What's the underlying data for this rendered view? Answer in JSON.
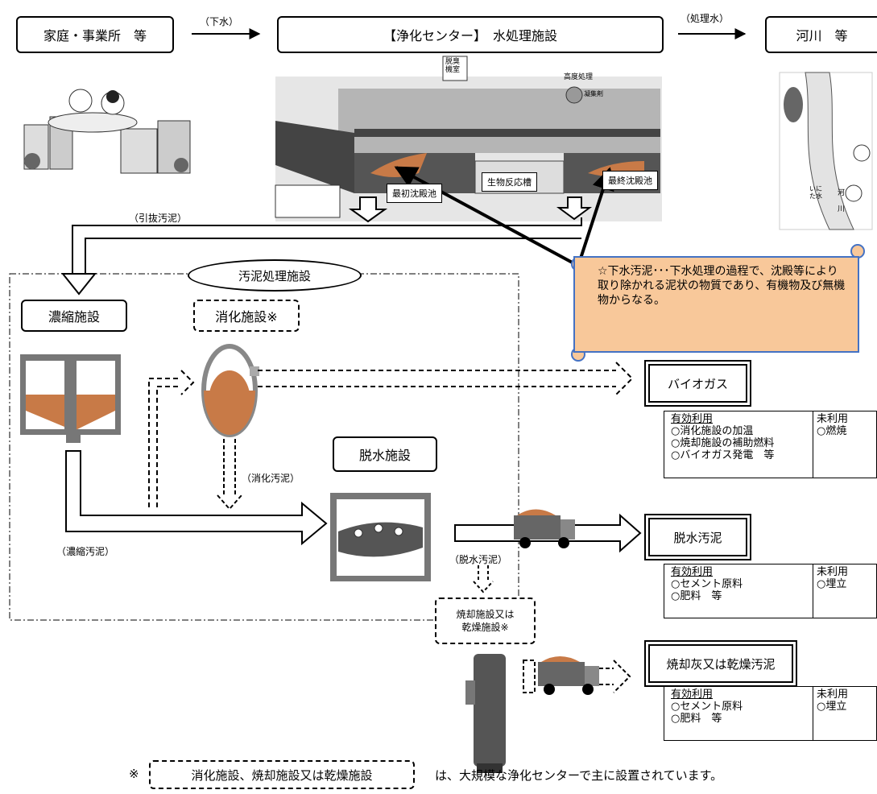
{
  "top": {
    "home": "家庭・事業所　等",
    "sewage": "（下水）",
    "center": "【浄化センター】　水処理施設",
    "treated": "（処理水）",
    "river": "河川　等"
  },
  "plant_labels": {
    "primary": "最初沈殿池",
    "bio": "生物反応槽",
    "final": "最終沈殿池",
    "deodor": "脱臭\n機室",
    "advanced": "高度処理",
    "coagulant": "凝集剤"
  },
  "river_labels": {
    "a": "いに\nた水",
    "b": "河",
    "c": "川"
  },
  "withdraw": "（引抜汚泥）",
  "callout": "☆下水汚泥･･･下水処理の過程で、沈殿等により取り除かれる泥状の物質であり、有機物及び無機物からなる。",
  "sludge_facility": "汚泥処理施設",
  "thicken": "濃縮施設",
  "digest": "消化施設※",
  "digested": "（消化汚泥）",
  "thickened": "（濃縮汚泥）",
  "dewater": "脱水施設",
  "dewatered_label": "（脱水汚泥）",
  "incin": "焼却施設又は\n乾燥施設※",
  "products": [
    {
      "name": "バイオガス",
      "use_head": "有効利用",
      "uses": [
        "○消化施設の加温",
        "○焼却施設の補助燃料",
        "○バイオガス発電　等"
      ],
      "unused_head": "未利用",
      "unused": "○燃焼"
    },
    {
      "name": "脱水汚泥",
      "use_head": "有効利用",
      "uses": [
        "○セメント原料",
        "○肥料　等"
      ],
      "unused_head": "未利用",
      "unused": "○埋立"
    },
    {
      "name": "焼却灰又は乾燥汚泥",
      "use_head": "有効利用",
      "uses": [
        "○セメント原料",
        "○肥料　等"
      ],
      "unused_head": "未利用",
      "unused": "○埋立"
    }
  ],
  "footnote": {
    "mark": "※",
    "box": "消化施設、焼却施設又は乾燥施設",
    "text": "は、大規模な浄化センターで主に設置されています。"
  },
  "colors": {
    "sludge": "#c87a47",
    "callout": "#f8c89a",
    "callout_border": "#4472c4"
  }
}
